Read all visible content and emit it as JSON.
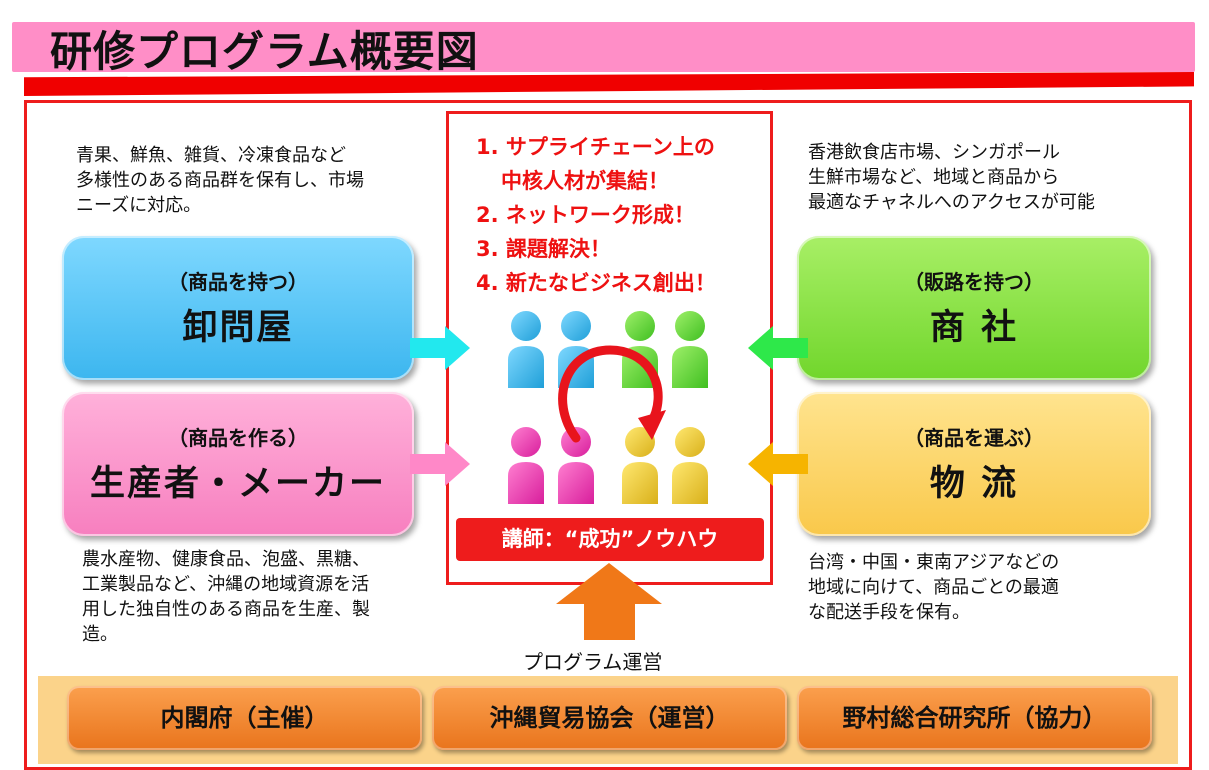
{
  "title": "研修プログラム概要図",
  "center": {
    "goals": [
      "1. サプライチェーン上の",
      "中核人材が集結！",
      "2. ネットワーク形成！",
      "3. 課題解決！",
      "4. 新たなビジネス創出！"
    ],
    "instructor": "講師：“成功”ノウハウ"
  },
  "roles": {
    "wholesale": {
      "sub": "（商品を持つ）",
      "main": "卸問屋",
      "desc": [
        "青果、鮮魚、雑貨、冷凍食品など",
        "多様性のある商品群を保有し、市場",
        "ニーズに対応。"
      ]
    },
    "producer": {
      "sub": "（商品を作る）",
      "main": "生産者・メーカー",
      "desc": [
        "農水産物、健康食品、泡盛、黒糖、",
        "工業製品など、沖縄の地域資源を活",
        "用した独自性のある商品を生産、製",
        "造。"
      ]
    },
    "trading": {
      "sub": "（販路を持つ）",
      "main": "商 社",
      "desc": [
        "香港飲食店市場、シンガポール",
        "生鮮市場など、地域と商品から",
        "最適なチャネルへのアクセスが可能"
      ]
    },
    "logistics": {
      "sub": "（商品を運ぶ）",
      "main": "物 流",
      "desc": [
        "台湾・中国・東南アジアなどの",
        "地域に向けて、商品ごとの最適",
        "な配送手段を保有。"
      ]
    }
  },
  "program_label": "プログラム運営",
  "orgs": [
    "内閣府（主催）",
    "沖縄貿易協会（運営）",
    "野村総合研究所（協力）"
  ],
  "colors": {
    "title_band": "#ff8ec7",
    "frame_red": "#ee1c1c",
    "wholesale": "#3cb6ef",
    "producer": "#f77fbf",
    "trading": "#71d62c",
    "logistics": "#f9c84a",
    "program_arrow": "#f07818",
    "org_band": "#fbd38a",
    "org_button": "#f08a2a"
  },
  "icons": [
    "person-icon",
    "rotation-arrow-icon",
    "right-arrow-icon",
    "left-arrow-icon",
    "up-arrow-icon"
  ]
}
